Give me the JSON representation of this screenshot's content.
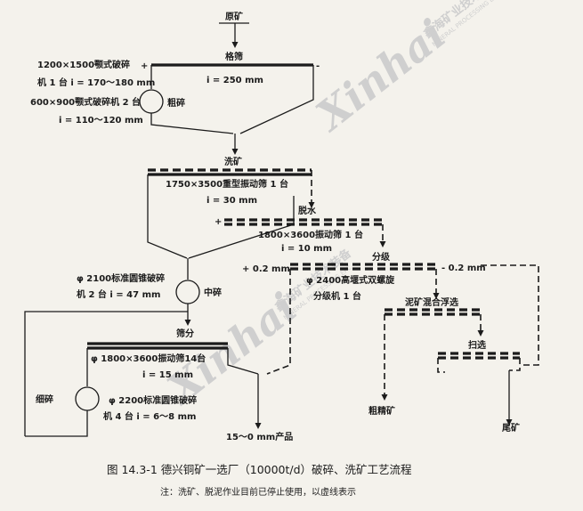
{
  "feed": "原矿",
  "grizzly": {
    "label": "格筛",
    "i": "i = 250 mm"
  },
  "primary": {
    "label": "粗碎",
    "line1": "1200×1500颚式破碎",
    "line2": "机 1 台  i = 170～180 mm",
    "line3": "600×900颚式破碎机 2 台",
    "line4": "i = 110～120 mm"
  },
  "washing": {
    "label": "洗矿",
    "screen_line1": "1750×3500重型振动筛 1 台",
    "screen_line2": "i = 30 mm"
  },
  "dewater": {
    "label": "脱水",
    "screen_line1": "1800×3600振动筛 1 台",
    "screen_line2": "i = 10 mm"
  },
  "classify": {
    "label": "分级",
    "plus": "+ 0.2 mm",
    "minus": "- 0.2 mm",
    "line1": "φ 2400高堰式双螺旋",
    "line2": "分级机 1 台"
  },
  "slime": {
    "label": "泥矿混合浮选",
    "scavenge": "扫选",
    "concentrate": "粗精矿",
    "tailings": "尾矿"
  },
  "secondary": {
    "label": "中碎",
    "line1": "φ 2100标准圆锥破碎",
    "line2": "机 2 台  i = 47 mm"
  },
  "screening": {
    "label": "筛分",
    "line1": "φ 1800×3600振动筛14台",
    "line2": "i = 15 mm"
  },
  "tertiary": {
    "label": "细碎",
    "line1": "φ 2200标准圆锥破碎",
    "line2": "机 4 台  i = 6～8 mm"
  },
  "product": "15～0 mm产品",
  "caption": "图 14.3-1  德兴铜矿一选厂（10000t/d）破碎、洗矿工艺流程",
  "note": "注：洗矿、脱泥作业目前已停止使用，以虚线表示",
  "watermark": {
    "logo": "Xinhai",
    "cn": "鑫海矿业技术装备",
    "en": "MINERAL PROCESSING EPC"
  }
}
